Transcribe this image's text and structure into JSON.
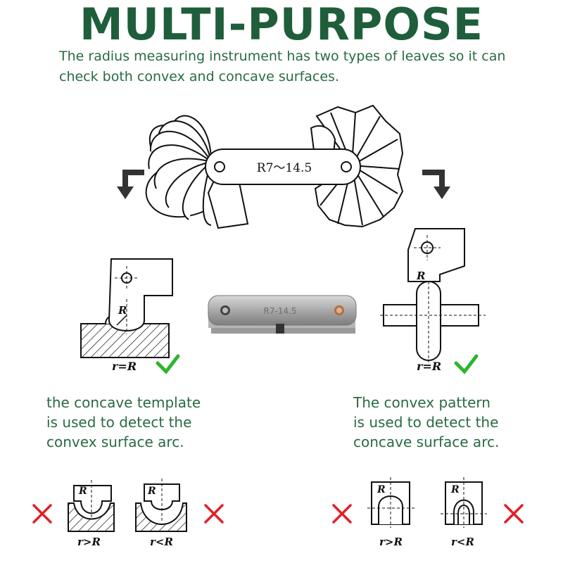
{
  "title": "MULTI-PURPOSE",
  "subtitle": "The radius measuring instrument has two types of leaves so it can check both convex and concave surfaces.",
  "gauge": {
    "range_label": "R7～14.5",
    "photo_label": "R7-14.5"
  },
  "left_panel": {
    "radius_label": "R",
    "fit_label": "r=R",
    "description": [
      "the concave template",
      "is used to detect the",
      "convex surface arc."
    ],
    "bad_fits": [
      {
        "radius_label": "R",
        "relation_label": "r>R"
      },
      {
        "radius_label": "R",
        "relation_label": "r<R"
      }
    ]
  },
  "right_panel": {
    "radius_label": "R",
    "fit_label": "r=R",
    "description": [
      "The convex pattern",
      "is used to detect the",
      "concave surface arc."
    ],
    "bad_fits": [
      {
        "radius_label": "R",
        "relation_label": "r>R"
      },
      {
        "radius_label": "R",
        "relation_label": "r<R"
      }
    ]
  },
  "colors": {
    "heading": "#1f5e3a",
    "text": "#2a6a43",
    "check": "#2db52d",
    "cross": "#e0202a",
    "ink": "#111111"
  },
  "icons": [
    "down-left-arrow-icon",
    "down-right-arrow-icon",
    "check-icon",
    "cross-icon"
  ]
}
